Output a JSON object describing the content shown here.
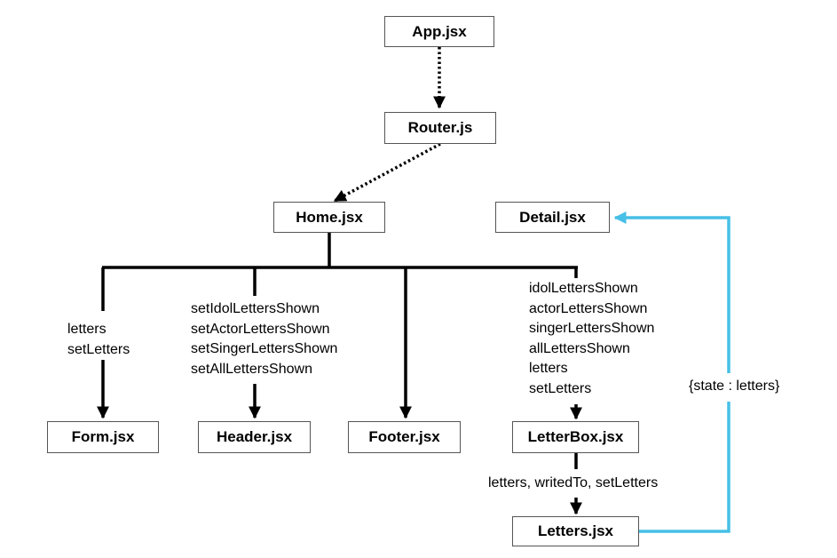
{
  "nodes": {
    "app": "App.jsx",
    "router": "Router.js",
    "home": "Home.jsx",
    "detail": "Detail.jsx",
    "form": "Form.jsx",
    "header": "Header.jsx",
    "footer": "Footer.jsx",
    "letterbox": "LetterBox.jsx",
    "letters": "Letters.jsx"
  },
  "edge_labels": {
    "form_props": [
      "letters",
      "setLetters"
    ],
    "header_props": [
      "setIdolLettersShown",
      "setActorLettersShown",
      "setSingerLettersShown",
      "setAllLettersShown"
    ],
    "letterbox_props": [
      "idolLettersShown",
      "actorLettersShown",
      "singerLettersShown",
      "allLettersShown",
      "letters",
      "setLetters"
    ],
    "letters_props": "letters, writedTo, setLetters",
    "detail_state": "{state : letters}"
  },
  "colors": {
    "link": "#47bfe6",
    "line": "#000000",
    "border": "#555555"
  }
}
